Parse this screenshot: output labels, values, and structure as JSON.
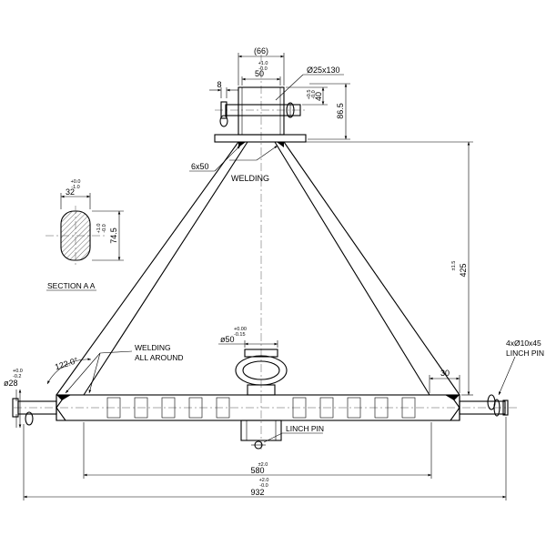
{
  "drawing": {
    "top_tube": {
      "dim_outer": "(66)",
      "dim_inner": "50",
      "dim_inner_tol_upper": "+1.0",
      "dim_inner_tol_lower": "-0.0",
      "pin_spec": "Ø25x130",
      "dim_8": "8",
      "dim_40": "40",
      "dim_40_tol_upper": "+0.5",
      "dim_40_tol_lower": "-0.0",
      "dim_86_5": "86.5"
    },
    "weld_spec": "6x50",
    "welding": "WELDING",
    "section": {
      "width": "32",
      "width_tol_upper": "+0.0",
      "width_tol_lower": "-1.0",
      "height": "74.5",
      "height_tol_upper": "+1.0",
      "height_tol_lower": "-0.0",
      "title": "SECTION A A"
    },
    "height_425": "425",
    "height_425_tol": "±1.5",
    "center_pin": {
      "dia": "ø50",
      "tol_upper": "+0.00",
      "tol_lower": "-0.15"
    },
    "angle": "122.0°",
    "welding_all_around_line1": "WELDING",
    "welding_all_around_line2": "ALL AROUND",
    "left_pin": {
      "dia": "ø28",
      "tol_upper": "+0.0",
      "tol_lower": "-0.2"
    },
    "dim_30": "30",
    "linch_pin_spec_line1": "4xØ10x45",
    "linch_pin_spec_line2": "LINCH PIN",
    "linch_pin_label": "LINCH PIN",
    "dim_580": "580",
    "dim_580_tol": "±2.0",
    "dim_932": "932",
    "dim_932_tol_upper": "+2.0",
    "dim_932_tol_lower": "-0.0"
  }
}
